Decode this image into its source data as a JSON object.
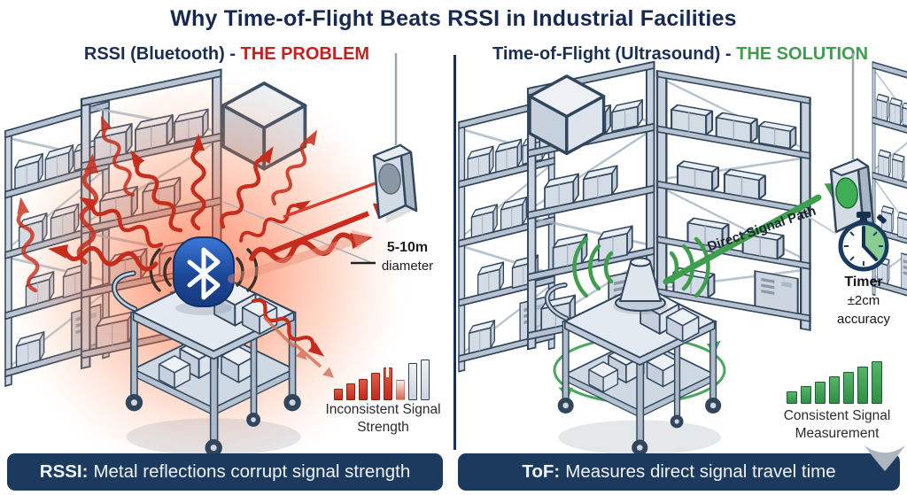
{
  "title": "Why Time-of-Flight Beats RSSI in Industrial Facilities",
  "colors": {
    "navy": "#1b2f55",
    "red": "#c0231f",
    "green": "#3f9e4d",
    "footer_bg": "#1c3a5e",
    "line_art": "#31465d",
    "glow": "#ff5a2e"
  },
  "left_panel": {
    "heading_main": "RSSI (Bluetooth) - ",
    "heading_accent": "THE PROBLEM",
    "diameter_label": {
      "line1": "5-10m",
      "line2": "diameter"
    },
    "footer_bold": "RSSI:",
    "footer_text": " Metal reflections corrupt signal strength"
  },
  "right_panel": {
    "heading_main": "Time-of-Flight (Ultrasound) - ",
    "heading_accent": "THE SOLUTION",
    "path_label": "Direct Signal Path",
    "timer": {
      "title": "Timer",
      "line2": "±2cm",
      "line3": "accuracy"
    },
    "footer_bold": "ToF:",
    "footer_text": " Measures direct signal travel time"
  },
  "chart_data": [
    {
      "type": "bar",
      "title": "Inconsistent Signal Strength",
      "values": [
        29,
        42,
        53,
        67,
        80,
        51,
        91,
        100
      ],
      "styles": [
        "red",
        "red",
        "red",
        "red",
        "notched",
        "faded",
        "gray",
        "gray"
      ],
      "ylim": [
        0,
        100
      ],
      "legend": "none"
    },
    {
      "type": "bar",
      "title": "Consistent Signal Measurement",
      "values": [
        30,
        42,
        53,
        64,
        75,
        87,
        100
      ],
      "styles": [
        "green",
        "green",
        "green",
        "green",
        "green",
        "green",
        "green"
      ],
      "ylim": [
        0,
        100
      ],
      "legend": "none"
    }
  ]
}
